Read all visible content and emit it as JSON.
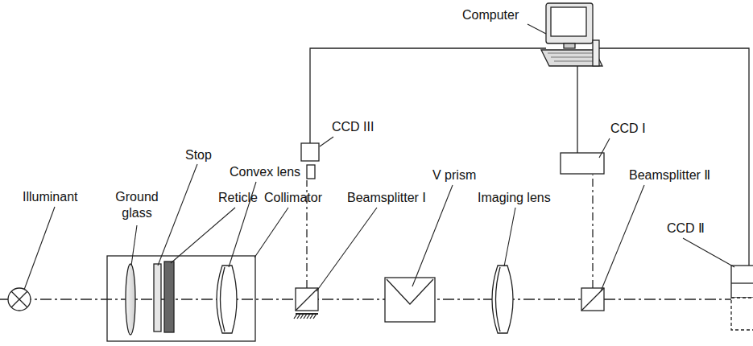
{
  "diagram": {
    "labels": [
      "Computer",
      "CCD III",
      "CCD Ⅰ",
      "Stop",
      "Convex lens",
      "V prism",
      "Beamsplitter Ⅱ",
      "Illuminant",
      "Ground glass",
      "Reticle",
      "Collimator",
      "Beamsplitter Ⅰ",
      "Imaging lens",
      "CCD Ⅱ"
    ]
  }
}
